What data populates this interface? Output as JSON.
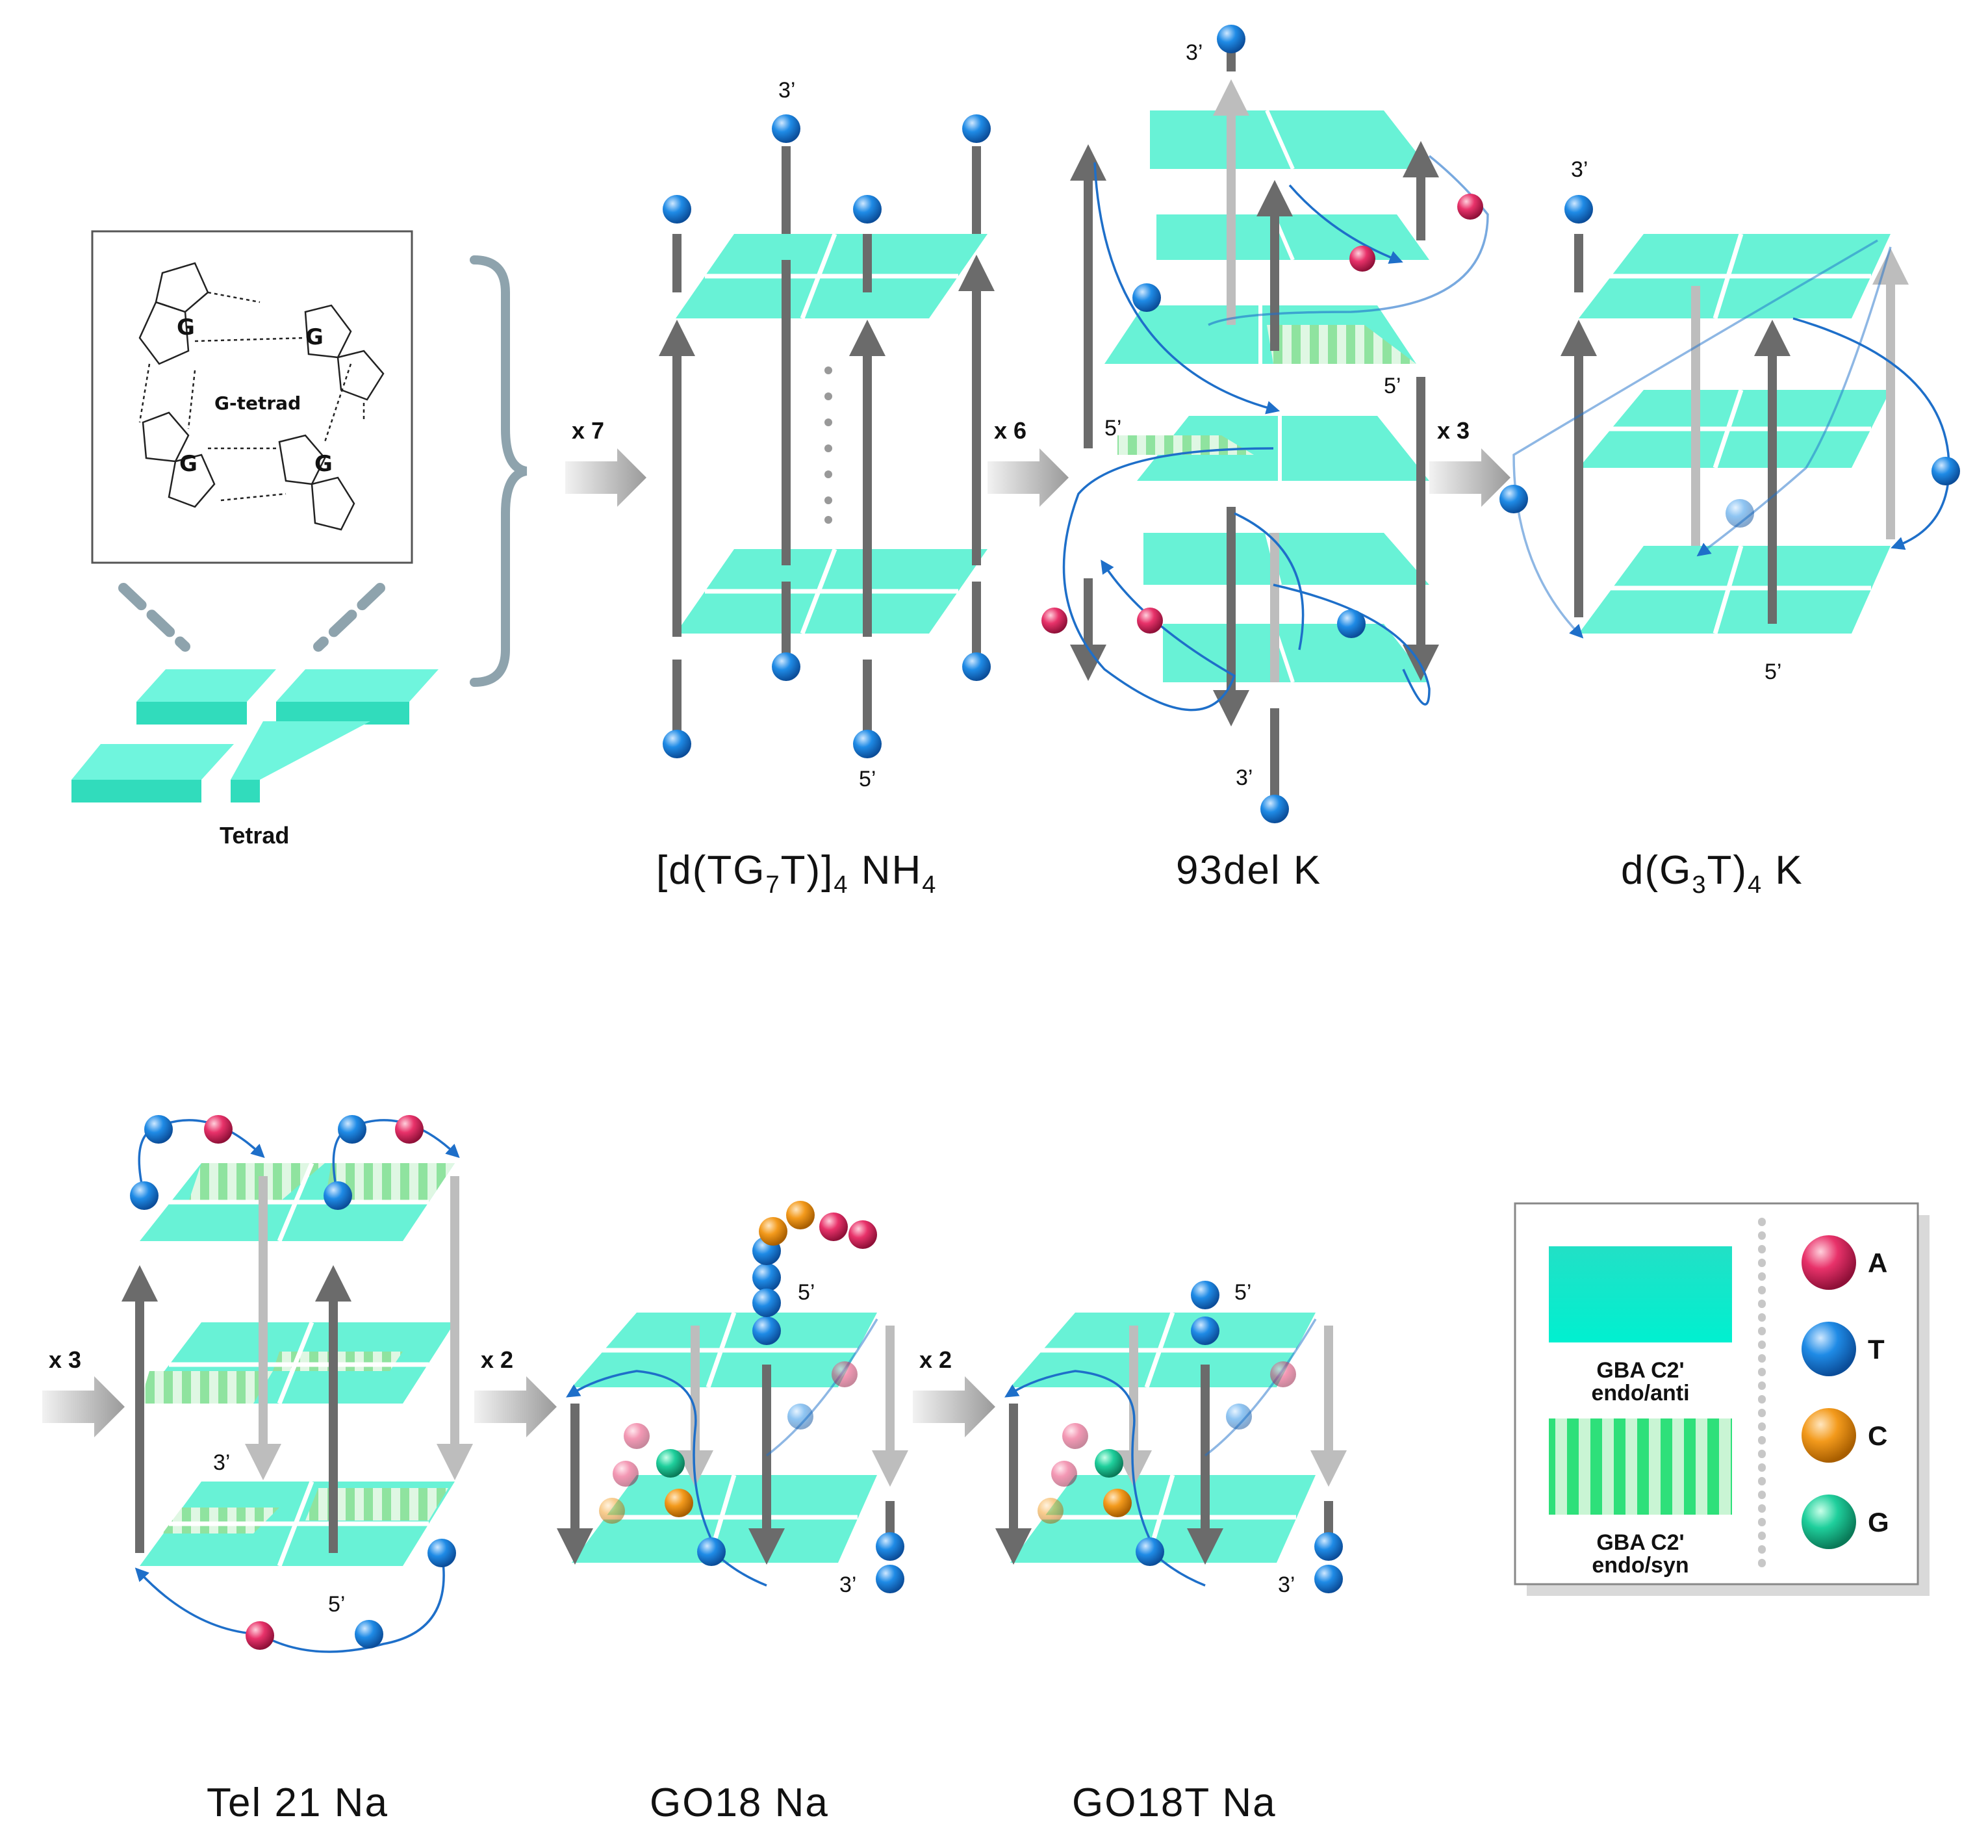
{
  "tetrad_panel": {
    "inset_title": "G-tetrad",
    "base_letter": "G",
    "caption": "Tetrad"
  },
  "multipliers": {
    "x7": "x 7",
    "x6": "x 6",
    "x3_top": "x 3",
    "x3_bottom": "x 3",
    "x2_first": "x 2",
    "x2_second": "x 2"
  },
  "structures": {
    "tg7t": {
      "name_open": "[d(TG",
      "sub1": "7",
      "name_mid": "T)]",
      "sub2": "4",
      "name_ion": " NH",
      "sub3": "4",
      "end_top": "3’",
      "end_bottom": "5’"
    },
    "del93": {
      "name": "93del K",
      "end_top": "3’",
      "end_5a": "5’",
      "end_5b": "5’",
      "end_bottom": "3’"
    },
    "g3t": {
      "name_open": "d(G",
      "sub1": "3",
      "name_mid": "T)",
      "sub2": "4",
      "name_ion": " K",
      "end_top": "3’",
      "end_bottom": "5’"
    },
    "tel21": {
      "name": "Tel 21 Na",
      "end_3": "3’",
      "end_5": "5’"
    },
    "go18": {
      "name": "GO18 Na",
      "end_5": "5’",
      "end_3": "3’"
    },
    "go18t": {
      "name": "GO18T Na",
      "end_5": "5’",
      "end_3": "3’"
    }
  },
  "legend": {
    "anti_label_1": "GBA C2'",
    "anti_label_2": "endo/anti",
    "syn_label_1": "GBA C2'",
    "syn_label_2": "endo/syn",
    "bases": [
      "A",
      "T",
      "C",
      "G"
    ]
  },
  "colors": {
    "tetrad_anti": "#4ef0cf",
    "tetrad_syn": "#9be9a8",
    "strand_arrow": "#6b6b6b",
    "strand_arrow_light": "#bdbdbd",
    "loop_line": "#1e6fc9",
    "base_A": "#e8326a",
    "base_T": "#1f8be6",
    "base_C": "#f39a1c",
    "base_G": "#1fcf9c",
    "bracket": "#8ea3ad",
    "big_arrow": "#a8a8a8"
  }
}
